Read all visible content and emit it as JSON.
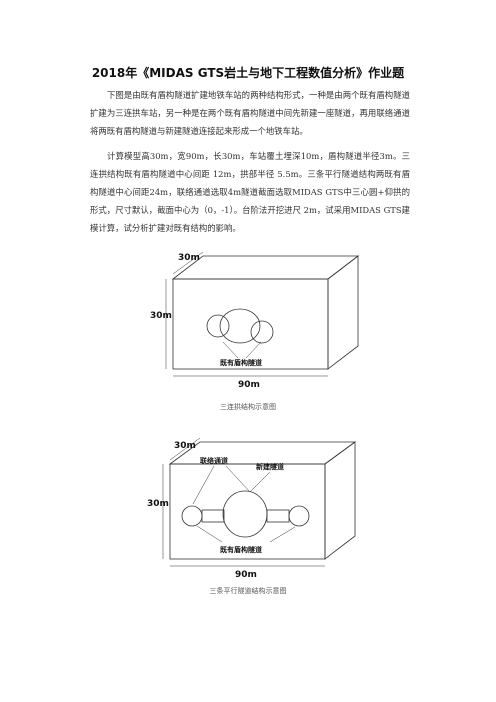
{
  "title": "2018年《MIDAS GTS岩土与地下工程数值分析》作业题",
  "paragraphs": [
    "下图是由既有盾构隧道扩建地铁车站的两种结构形式，一种是由两个既有盾构隧道扩建为三连拱车站，另一种是在两个既有盾构隧道中间先新建一座隧道，再用联络通道将两既有盾构隧道与新建隧道连接起来形成一个地铁车站。",
    "计算模型高30m，宽90m，长30m，车站覆土埋深10m，盾构隧道半径3m。三连拱结构既有盾构隧道中心间距 12m，拱部半径 5.5m。三条平行隧道结构两既有盾构隧道中心间距24m，联络通道选取4m隧道截面选取MIDAS GTS中三心圆+仰拱的形式，尺寸默认，截面中心为（0，-1）。台阶法开挖进尺 2m，试采用MIDAS GTS建模计算，试分析扩建对既有结构的影响。"
  ],
  "figure1": {
    "dim_length": "30m",
    "dim_height": "30m",
    "dim_width": "90m",
    "label_existing": "既有盾构隧道",
    "caption": "三连拱结构示意图"
  },
  "figure2": {
    "dim_length": "30m",
    "dim_height": "30m",
    "dim_width": "90m",
    "label_connection": "联络通道",
    "label_new": "新建隧道",
    "label_existing": "既有盾构隧道",
    "caption": "三条平行隧道结构示意图"
  }
}
